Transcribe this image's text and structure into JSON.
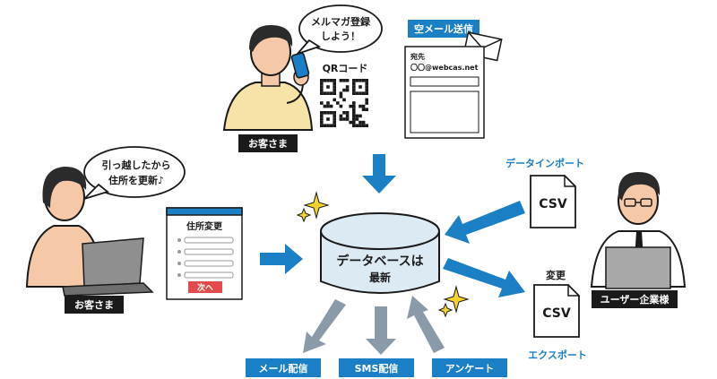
{
  "bubbles": {
    "top": [
      "メルマガ登録",
      "しよう！"
    ],
    "left": [
      "引っ越したから",
      "住所を更新♪"
    ]
  },
  "qr": {
    "label": "QRコード"
  },
  "email": {
    "badge": "空メール送信",
    "to_label": "宛先",
    "address": "〇〇@webcas.net"
  },
  "persons": {
    "customer_top": "お客さま",
    "customer_left": "お客さま",
    "company": "ユーザー企業様"
  },
  "form": {
    "title": "住所変更",
    "next_button": "次へ"
  },
  "database": [
    "データベースは",
    "最新"
  ],
  "import": {
    "label": "データインポート",
    "file": "CSV"
  },
  "export": {
    "label": "エクスポート",
    "change": "変更",
    "file": "CSV"
  },
  "outputs": [
    "メール配信",
    "SMS配信",
    "アンケート"
  ],
  "colors": {
    "blue": "#1a7fc4",
    "arrow_gray": "#8a9aa8",
    "db_fill": "#dceaf4",
    "skin": "#f5c9a8",
    "shirt_yellow": "#f7e3a8",
    "dark": "#1a1a1a",
    "red_button": "#e34b4b",
    "spark": "#f5d22e"
  }
}
